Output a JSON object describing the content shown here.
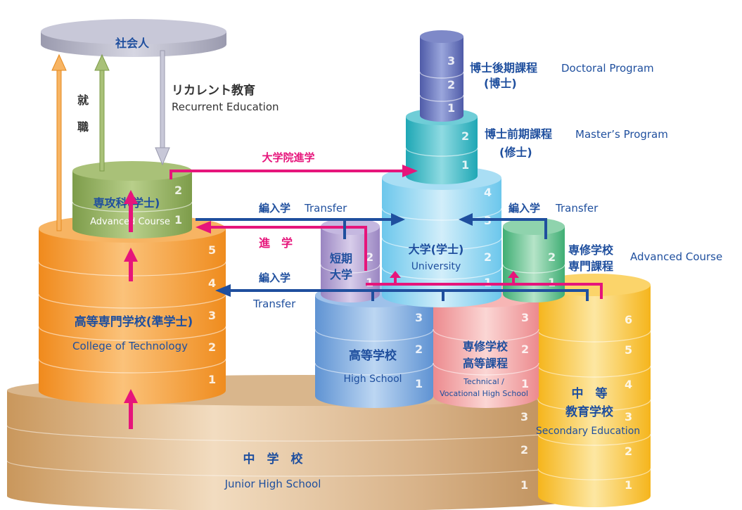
{
  "society": {
    "label": "社会人"
  },
  "employment": {
    "char1": "就",
    "char2": "職"
  },
  "recurrent": {
    "jp": "リカレント教育",
    "en": "Recurrent Education"
  },
  "advanced_course": {
    "jp": "専攻科(学士)",
    "en": "Advanced Course",
    "years": [
      "1",
      "2"
    ]
  },
  "college_tech": {
    "jp": "高等専門学校(準学士)",
    "en": "College of Technology",
    "years": [
      "1",
      "2",
      "3",
      "4",
      "5"
    ]
  },
  "junior_high": {
    "jp": "中　学　校",
    "en": "Junior High School",
    "years": [
      "1",
      "2",
      "3"
    ]
  },
  "doctoral": {
    "jp": "博士後期課程",
    "en": "Doctoral Program",
    "degree": "(博士)",
    "years": [
      "1",
      "2",
      "3"
    ]
  },
  "master": {
    "jp": "博士前期課程",
    "en": "Master’s Program",
    "degree": "(修士)",
    "years": [
      "1",
      "2"
    ]
  },
  "university": {
    "jp": "大学(学士)",
    "en": "University",
    "years": [
      "1",
      "2",
      "3",
      "4"
    ]
  },
  "junior_college": {
    "jp1": "短期",
    "jp2": "大学",
    "years": [
      "1",
      "2"
    ]
  },
  "senshu_advanced": {
    "jp1": "専修学校",
    "jp2": "専門課程",
    "en": "Advanced Course",
    "years": [
      "1",
      "2"
    ]
  },
  "high_school": {
    "jp": "高等学校",
    "en": "High School",
    "years": [
      "1",
      "2",
      "3"
    ]
  },
  "technical_hs": {
    "jp1": "専修学校",
    "jp2": "高等課程",
    "en1": "Technical /",
    "en2": "Vocational High School",
    "years": [
      "1",
      "2",
      "3"
    ]
  },
  "secondary": {
    "jp1": "中　等",
    "jp2": "教育学校",
    "en": "Secondary Education",
    "years": [
      "1",
      "2",
      "3",
      "4",
      "5",
      "6"
    ]
  },
  "arrows": {
    "graduate_entry": "大学院進学",
    "transfer_jp": "編入学",
    "transfer_en": "Transfer",
    "progression": "進　学",
    "transfer_right_jp": "編入学",
    "transfer_right_en": "Transfer",
    "transfer_left_jp": "編入学",
    "transfer_left_en": "Transfer"
  },
  "colors": {
    "magenta": "#e6157b",
    "blue": "#1f4f9e",
    "orange": "#f39a2e",
    "green": "#7fa04e",
    "gray": "#b8b8cc"
  }
}
